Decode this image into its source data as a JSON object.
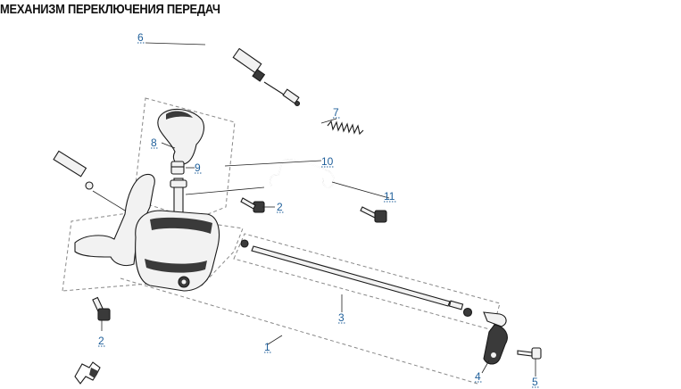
{
  "title": "МЕХАНИЗМ ПЕРЕКЛЮЧЕНИЯ ПЕРЕДАЧ",
  "callouts": {
    "c1": "1",
    "c2a": "2",
    "c2b": "2",
    "c3": "3",
    "c4": "4",
    "c5": "5",
    "c6": "6",
    "c7": "7",
    "c8": "8",
    "c9": "9",
    "c10": "10",
    "c11": "11"
  },
  "colors": {
    "callout": "#1f5f9a",
    "line": "#1a1a1a",
    "group_frame": "#888888",
    "metal_fill": "#f2f2f2",
    "dark_fill": "#3a3a3a"
  },
  "icons": {
    "orientation": "arrow-pointer-icon"
  }
}
